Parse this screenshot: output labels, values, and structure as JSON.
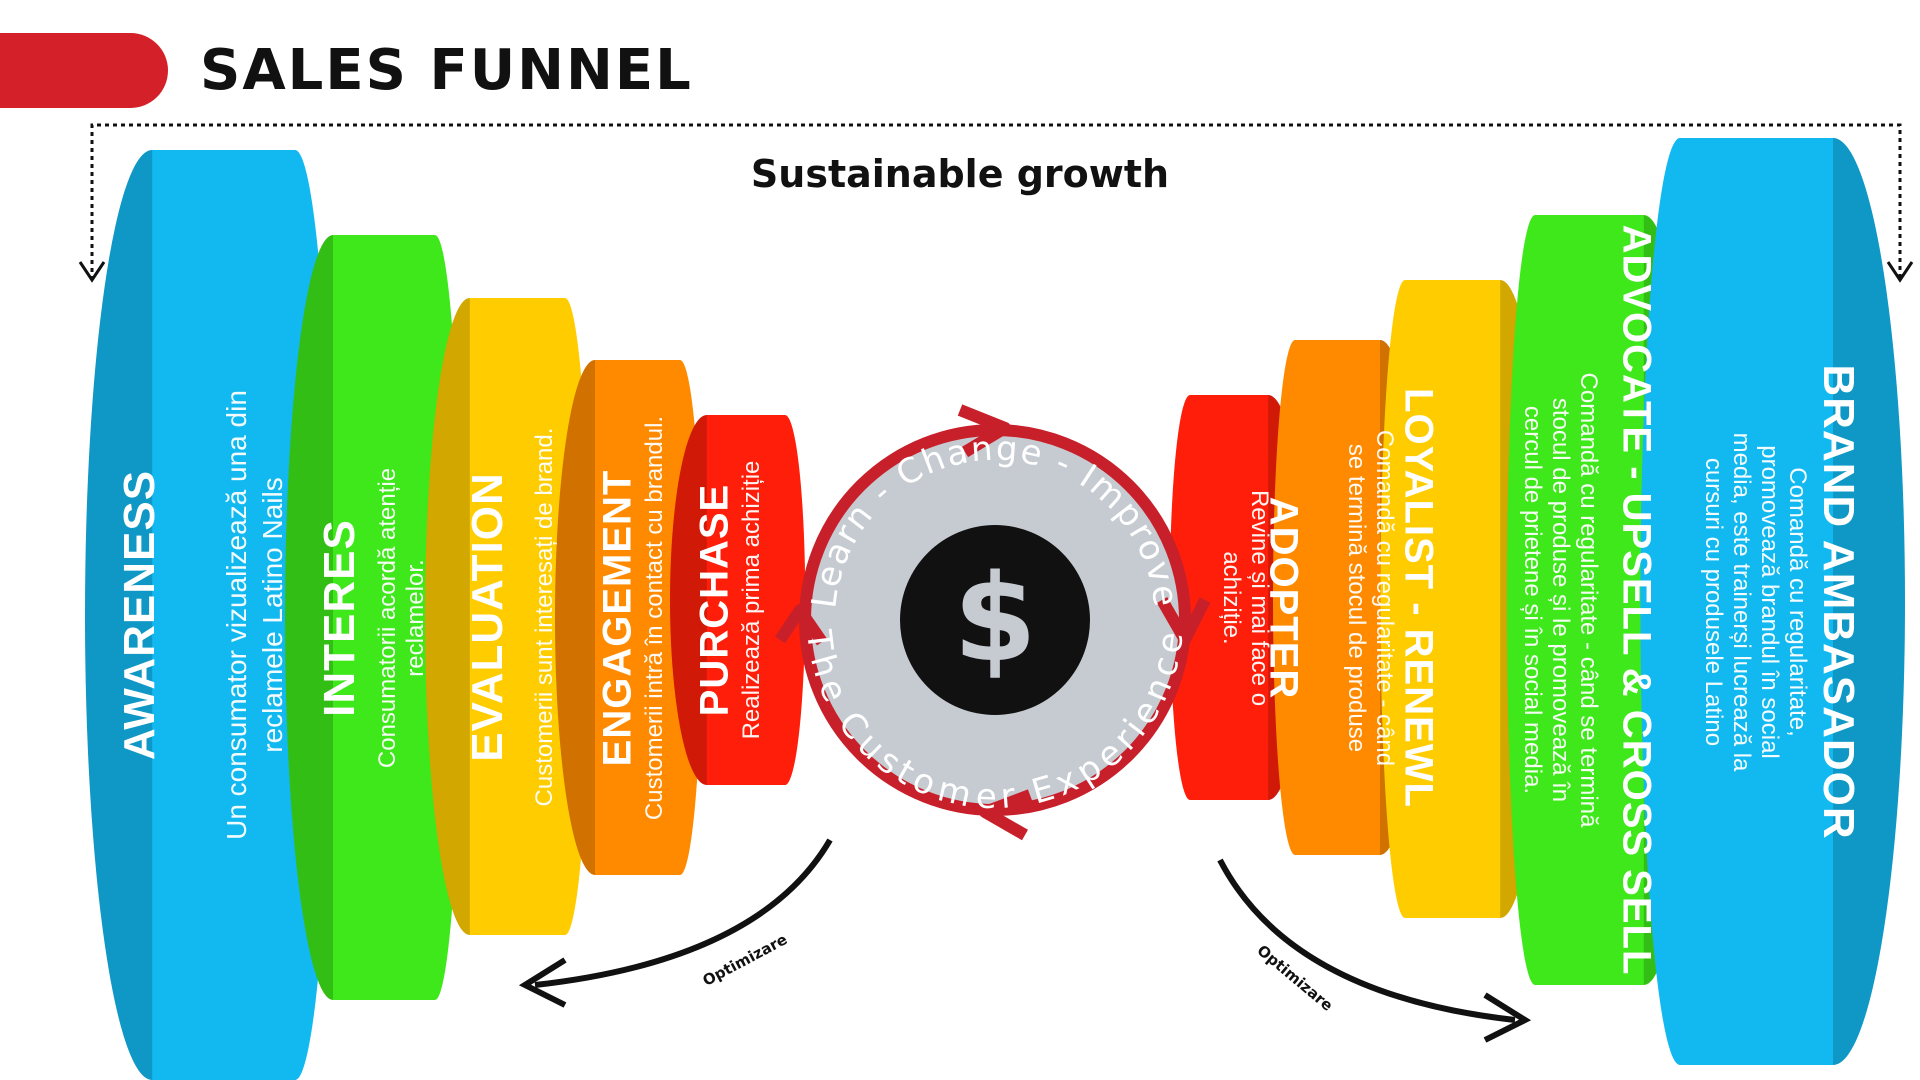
{
  "header": {
    "title": "SALES FUNNEL"
  },
  "growth_label": "Sustainable growth",
  "center": {
    "arc_top": "Learn - Change - Improve",
    "arc_bottom": "The Customer Experience",
    "symbol": "$"
  },
  "optimization": {
    "left": "Optimizare",
    "right": "Optimizare"
  },
  "left_stages": [
    {
      "title": "AWARENESS",
      "desc": "Un consumator vizualizează una din reclamele Latino Nails",
      "color": "#12b9f0"
    },
    {
      "title": "INTERES",
      "desc": "Consumatorii acordă atenție reclamelor.",
      "color": "#3ee81a"
    },
    {
      "title": "EVALUATION",
      "desc": "Customerii sunt interesați de brand.",
      "color": "#ffcc00"
    },
    {
      "title": "ENGAGEMENT",
      "desc": "Customerii intră în contact cu brandul.",
      "color": "#ff8a00"
    },
    {
      "title": "PURCHASE",
      "desc": "Realizează prima achiziție",
      "color": "#ff1e0a"
    }
  ],
  "right_stages": [
    {
      "title": "ADOPTER",
      "desc": "Revine și mai face o achiziție.",
      "color": "#ff1e0a"
    },
    {
      "title": "LOYALIST - RENEWL",
      "desc": "Comandă cu regularitate - când se termină stocul de produse",
      "color": "#ff8a00"
    },
    {
      "title": "",
      "desc": "",
      "color": "#ffcc00"
    },
    {
      "title": "ADVOCATE - UPSELL & CROSS SELL",
      "desc": "Comandă cu regularitate - când se termină stocul de produse și le promovează în cercul de prietene și în social media.",
      "color": "#3ee81a"
    },
    {
      "title": "BRAND AMBASADOR",
      "desc": "Comandă cu regularitate, promovează brandul în social media, este trainerși lucrează la cursuri cu produsele Latino",
      "color": "#12b9f0"
    }
  ]
}
